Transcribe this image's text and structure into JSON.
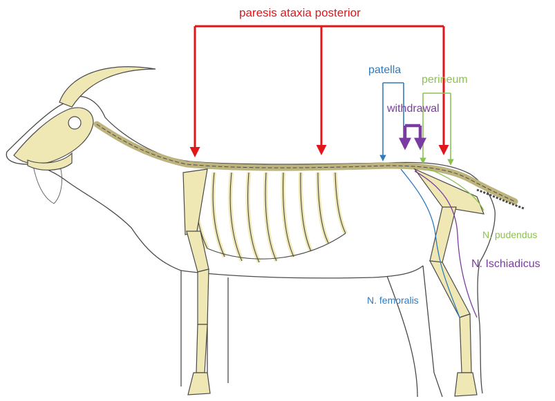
{
  "labels": {
    "ataxia": "paresis ataxia posterior",
    "patella": "patella",
    "perineum": "perineum",
    "withdrawal": "withdrawal",
    "pudendus": "N. pudendus",
    "ischiadicus": "N. Ischiadicus",
    "femoralis": "N. femoralis"
  },
  "colors": {
    "ataxia": "#e0161b",
    "patella": "#2e7bbf",
    "perineum": "#8cc152",
    "withdrawal": "#7a3ca0",
    "bone": "#efe8b4",
    "outline": "#4a4a4a"
  },
  "icons": {
    "animal": "goat-skeleton-illustration"
  }
}
